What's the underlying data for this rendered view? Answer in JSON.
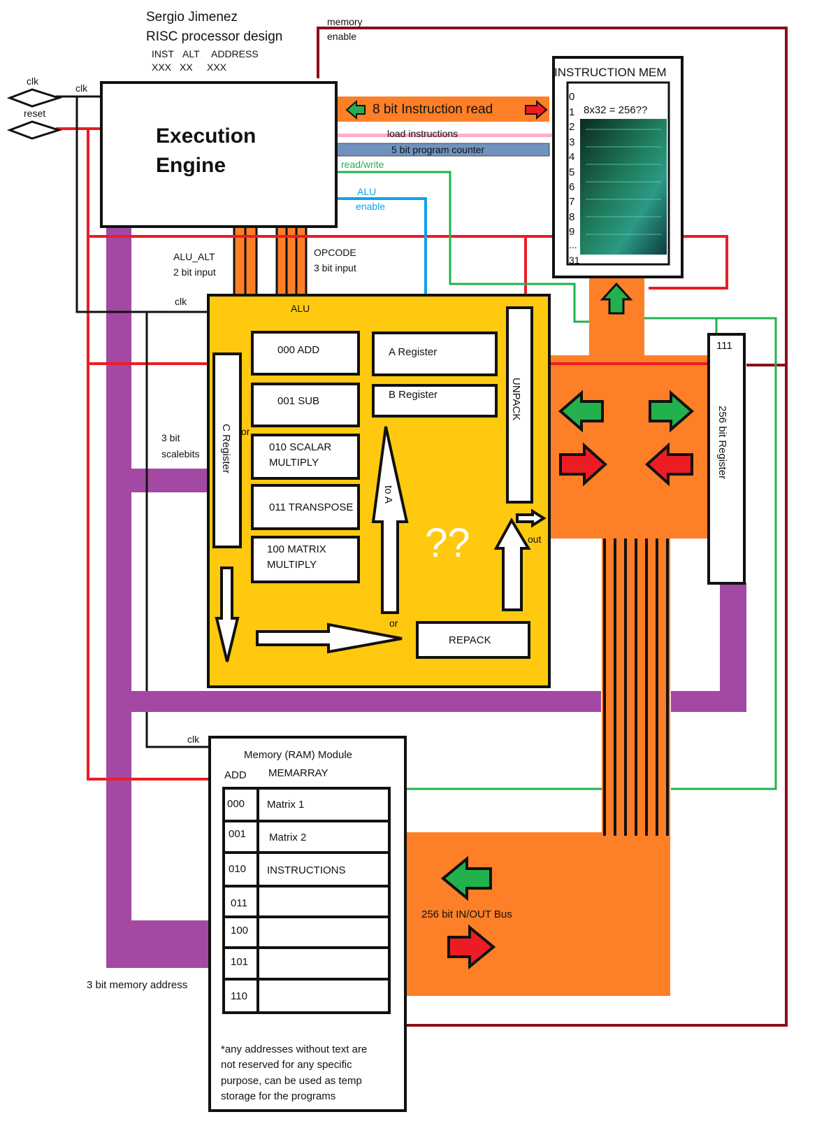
{
  "header": {
    "author": "Sergio Jimenez",
    "title": "RISC processor design",
    "fields": [
      "INST",
      "ALT",
      "ADDRESS"
    ],
    "field_values": [
      "XXX",
      "XX",
      "XXX"
    ]
  },
  "inputs": {
    "clk": "clk",
    "reset": "reset",
    "clk_engine": "clk",
    "clk_alu": "clk",
    "clk_ram": "clk"
  },
  "signals": {
    "memory_enable_1": "memory",
    "memory_enable_2": "enable",
    "instruction_read": "8 bit Instruction read",
    "load_instructions": "load instructions",
    "program_counter": "5 bit program counter",
    "read_write": "read/write",
    "alu_enable_1": "ALU",
    "alu_enable_2": "enable",
    "alu_alt_1": "ALU_ALT",
    "alu_alt_2": "2 bit input",
    "opcode_1": "OPCODE",
    "opcode_2": "3 bit input",
    "scalebits_1": "3 bit",
    "scalebits_2": "scalebits",
    "memory_address": "3 bit memory address",
    "bus": "256 bit IN/OUT Bus"
  },
  "engine": {
    "line1": "Execution",
    "line2": "Engine"
  },
  "instruction_mem": {
    "title": "INSTRUCTION MEM",
    "size_note": "8x32 = 256??",
    "rows": [
      "0",
      "1",
      "2",
      "3",
      "4",
      "5",
      "6",
      "7",
      "8",
      "9",
      "...",
      "31"
    ]
  },
  "alu": {
    "title": "ALU",
    "ops": [
      "000 ADD",
      "001 SUB",
      "010 SCALAR",
      "MULTIPLY",
      "011 TRANSPOSE",
      "100 MATRIX",
      "MULTIPLY"
    ],
    "a_register": "A Register",
    "b_register": "B Register",
    "c_register": "C Register",
    "unpack": "UNPACK",
    "repack": "REPACK",
    "to_a": "to A",
    "or_1": "or",
    "or_2": "or",
    "out": "out",
    "question": "??"
  },
  "register256": {
    "addr": "111",
    "label": "256 bit Register"
  },
  "ram": {
    "title": "Memory (RAM) Module",
    "col_add": "ADD",
    "col_memarray": "MEMARRAY",
    "rows": [
      {
        "addr": "000",
        "content": "Matrix 1"
      },
      {
        "addr": "001",
        "content": "Matrix 2"
      },
      {
        "addr": "010",
        "content": "INSTRUCTIONS"
      },
      {
        "addr": "011",
        "content": ""
      },
      {
        "addr": "100",
        "content": ""
      },
      {
        "addr": "101",
        "content": ""
      },
      {
        "addr": "110",
        "content": ""
      }
    ],
    "note": [
      "*any addresses without text are",
      "not reserved for any specific",
      "purpose, can be used as temp",
      "storage for the programs"
    ]
  },
  "colors": {
    "orange": "#fd7f27",
    "purple": "#a349a4",
    "yellow": "#fec90e",
    "red_wire": "#ed1c24",
    "dark_red_wire": "#8b0f1a",
    "green_wire": "#22b14c",
    "blue_wire": "#0ea2e8",
    "pink_wire": "#ffaec9",
    "steel_blue": "#7092be"
  }
}
